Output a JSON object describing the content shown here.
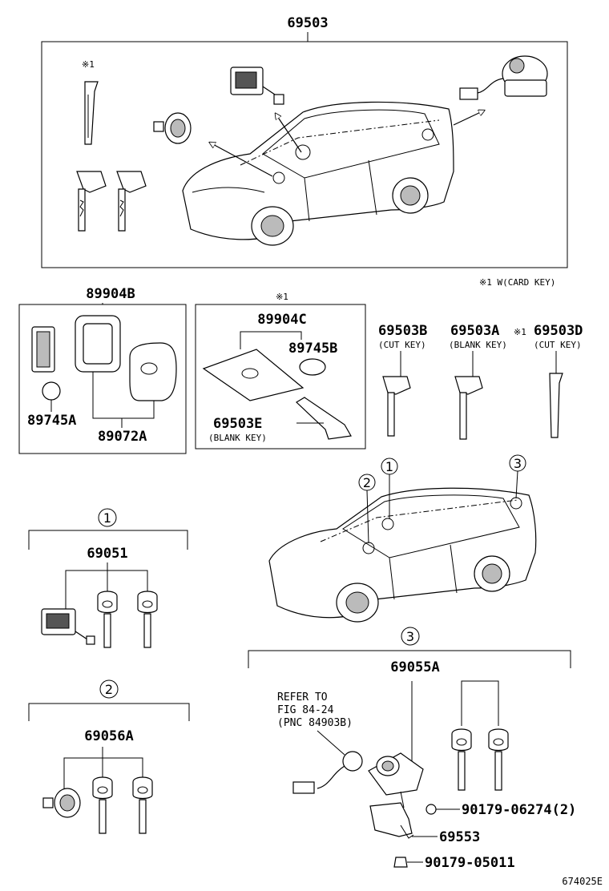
{
  "top_box": {
    "part_number": "69503",
    "note": "※1 W(CARD KEY)",
    "callout": "※1"
  },
  "fob_box": {
    "title": "89904B",
    "battery": "89745A",
    "shell": "89072A"
  },
  "card_box": {
    "callout": "※1",
    "card": "89904C",
    "battery": "89745B",
    "blank_key": "69503E",
    "blank_key_note": "(BLANK KEY)"
  },
  "loose_keys": [
    {
      "part": "69503B",
      "note": "(CUT KEY)",
      "prefix": ""
    },
    {
      "part": "69503A",
      "note": "(BLANK KEY)",
      "prefix": ""
    },
    {
      "part": "69503D",
      "note": "(CUT KEY)",
      "prefix": "※1"
    }
  ],
  "car_markers": [
    "1",
    "2",
    "3"
  ],
  "group1": {
    "number": "1",
    "part": "69051"
  },
  "group2": {
    "number": "2",
    "part": "69056A"
  },
  "group3": {
    "number": "3",
    "part": "69055A",
    "refer_lines": [
      "REFER TO",
      "FIG 84-24",
      "(PNC 84903B)"
    ],
    "bolt1": "90179-06274(2)",
    "bracket": "69553",
    "bolt2": "90179-05011"
  },
  "illustration_id": "674025E"
}
